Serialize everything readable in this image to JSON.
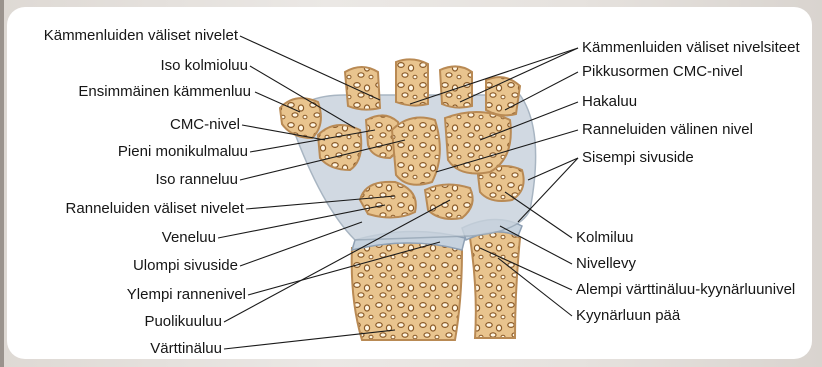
{
  "diagram": {
    "labels_left": [
      "Kämmenluiden väliset nivelet",
      "Iso kolmioluu",
      "Ensimmäinen kämmenluu",
      "CMC-nivel",
      "Pieni monikulmaluu",
      "Iso ranneluu",
      "Ranneluiden väliset nivelet",
      "Veneluu",
      "Ulompi sivuside",
      "Ylempi rannenivel",
      "Puolikuuluu",
      "Värttinäluu"
    ],
    "labels_right": [
      "Kämmenluiden väliset nivelsiteet",
      "Pikkusormen CMC-nivel",
      "Hakaluu",
      "Ranneluiden välinen nivel",
      "Sisempi sivuside",
      "Kolmiluu",
      "Nivellevy",
      "Alempi värttinäluu-kyynärluunivel",
      "Kyynärluun pää"
    ],
    "colors": {
      "bone": "#e9c48e",
      "bone_edge": "#b98a54",
      "bone_spot": "#8a5a28",
      "cartilage": "#b8c6d6",
      "leader": "#1a1a1a"
    }
  }
}
